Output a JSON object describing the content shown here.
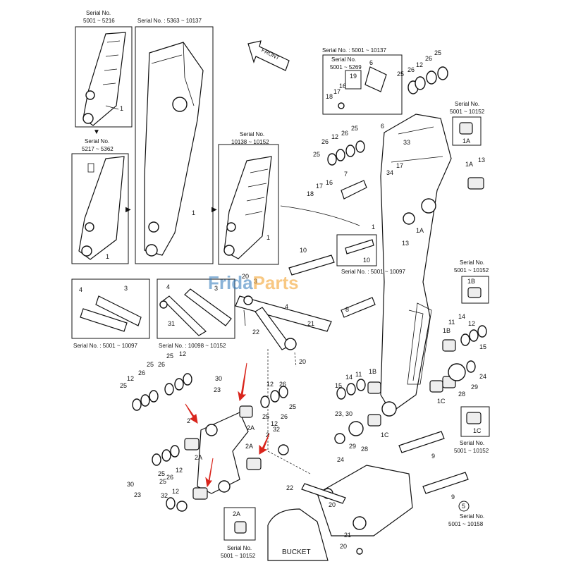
{
  "watermark": {
    "brand_blue": "Frida",
    "brand_orange": "Parts",
    "orange": "#f39a1e",
    "blue": "#2a74b8"
  },
  "serials": {
    "s1": "Serial No.",
    "s1v": "5001 ~ 5216",
    "s2": "Serial No. : 5363 ~ 10137",
    "s3": "Serial No.",
    "s3v": "5217 ~ 5362",
    "s4": "Serial No.",
    "s4v": "10138 ~ 10152",
    "s5": "Serial No. : 5001 ~ 10137",
    "s5b": "Serial No.",
    "s5bv": "5001 ~ 5269",
    "s6": "Serial No.",
    "s6v": "5001 ~ 10152",
    "s7": "Serial No. : 5001 ~ 10097",
    "s8": "Serial No. : 5001 ~ 10097",
    "s9": "Serial No. : 10098 ~ 10152",
    "s10": "Serial No.",
    "s10v": "5001 ~ 10152",
    "s11": "Serial No.",
    "s11v": "5001 ~ 10152",
    "s12": "Serial No.",
    "s12v": "5001 ~ 10152",
    "s13": "Serial No.",
    "s13v": "5001 ~ 10158"
  },
  "labels": {
    "front": "FRONT",
    "bucket": "BUCKET",
    "p1": "1",
    "p1A": "1A",
    "p1B": "1B",
    "p1C": "1C",
    "p2": "2",
    "p2A": "2A",
    "p3": "3",
    "p4": "4",
    "p5": "5",
    "p6": "6",
    "p7": "7",
    "p8": "8",
    "p9": "9",
    "p10": "10",
    "p11": "11",
    "p12": "12",
    "p13": "13",
    "p14": "14",
    "p15": "15",
    "p16": "16",
    "p17": "17",
    "p18": "18",
    "p19": "19",
    "p20": "20",
    "p21": "21",
    "p22": "22",
    "p23": "23",
    "p23_30": "23, 30",
    "p24": "24",
    "p25": "25",
    "p26": "26",
    "p28": "28",
    "p29": "29",
    "p30": "30",
    "p31": "31",
    "p32": "32",
    "p33": "33",
    "p34": "34"
  }
}
